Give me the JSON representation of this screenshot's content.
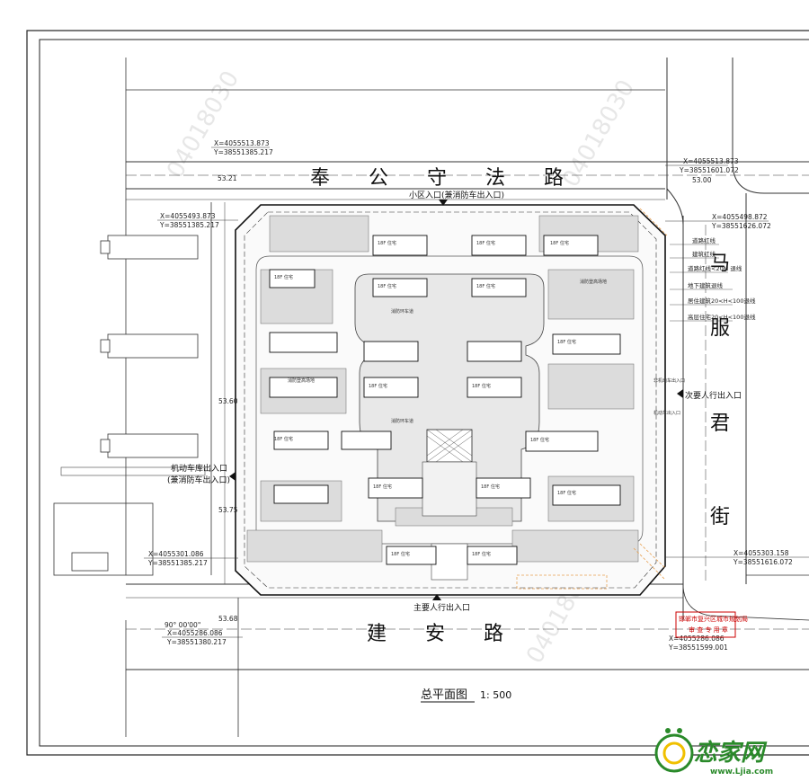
{
  "roads": {
    "north": "奉 公 守 法 路",
    "south": "建 安 路",
    "east": [
      "马",
      "服",
      "君",
      "街"
    ]
  },
  "entrances": {
    "north": "小区入口(兼消防车出入口)",
    "west_line1": "机动车库出入口",
    "west_line2": "(兼消防车出入口)",
    "east": "次要人行出入口",
    "south": "主要人行出入口"
  },
  "coordinates": {
    "nw_top": [
      "X=4055513.873",
      "Y=38551385.217"
    ],
    "nw_side": [
      "X=4055493.873",
      "Y=38551385.217"
    ],
    "ne_top": [
      "X=4055513.873",
      "Y=38551601.072"
    ],
    "ne_side": [
      "X=4055498.872",
      "Y=38551626.072"
    ],
    "se": [
      "X=4055303.158",
      "Y=38551616.072"
    ],
    "sw_side": [
      "X=4055301.086",
      "Y=38551385.217"
    ],
    "sw_bottom": [
      "X=4055286.086",
      "Y=38551380.217"
    ],
    "s_corner": [
      "X=4055286.086",
      "Y=38551599.001"
    ]
  },
  "elevations": {
    "nw": "53.21",
    "ne": "53.00",
    "w_mid": "53.60",
    "w_low": "53.75",
    "sw": "53.68",
    "angle": "90° 00'00\""
  },
  "legend_items": [
    "道路红线",
    "建筑红线",
    "道路红线<20M 退线",
    "地下建筑退线",
    "居住建筑20<H<100退线",
    "高层住宅20<H<100退线"
  ],
  "east_markers": [
    "非机动车出入口",
    "机动车出入口"
  ],
  "building_labels": {
    "floors": "18F 住宅",
    "fire_area": "消防登高场地",
    "fire_lane": "消防环车道"
  },
  "stamp": [
    "邯郸市复兴区城市规划局",
    "审 查 专 用 章"
  ],
  "title": "总平面图",
  "scale": "1: 500",
  "logo": {
    "brand": "恋家网",
    "url": "www.Ljia.com"
  },
  "watermark": "04018030"
}
